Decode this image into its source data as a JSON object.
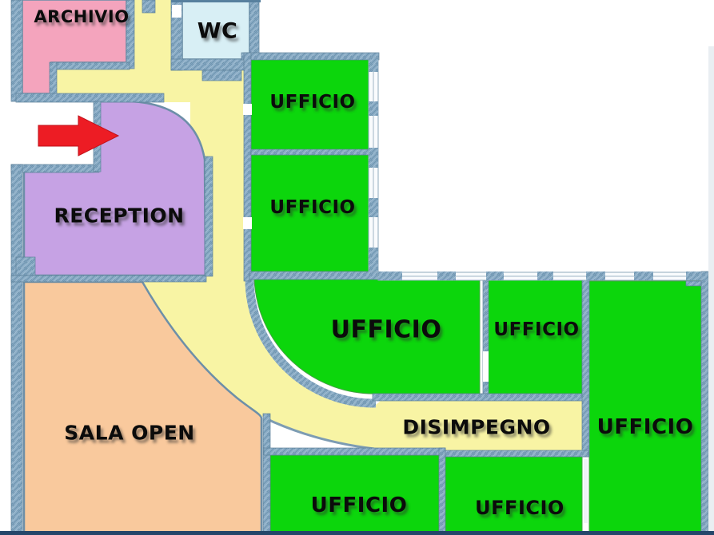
{
  "floorplan": {
    "type": "office-floor-plan",
    "rooms": [
      {
        "id": "archivio",
        "label": "ARCHIVIO",
        "color": "#f4a4bd"
      },
      {
        "id": "wc",
        "label": "WC",
        "color": "#d8eff5"
      },
      {
        "id": "ufficio-top-1",
        "label": "UFFICIO",
        "color": "#0cd60c"
      },
      {
        "id": "ufficio-top-2",
        "label": "UFFICIO",
        "color": "#0cd60c"
      },
      {
        "id": "reception",
        "label": "RECEPTION",
        "color": "#c6a2e4"
      },
      {
        "id": "ufficio-center",
        "label": "UFFICIO",
        "color": "#0cd60c"
      },
      {
        "id": "ufficio-center-right",
        "label": "UFFICIO",
        "color": "#0cd60c"
      },
      {
        "id": "sala-open",
        "label": "SALA OPEN",
        "color": "#f9c99d"
      },
      {
        "id": "disimpegno",
        "label": "DISIMPEGNO",
        "color": "#f8f4a4"
      },
      {
        "id": "ufficio-right",
        "label": "UFFICIO",
        "color": "#0cd60c"
      },
      {
        "id": "ufficio-bottom-left",
        "label": "UFFICIO",
        "color": "#0cd60c"
      },
      {
        "id": "ufficio-bottom-mid",
        "label": "UFFICIO",
        "color": "#0cd60c"
      }
    ],
    "annotations": [
      {
        "id": "entrance-arrow",
        "type": "arrow",
        "direction": "right",
        "color": "#ed1c24"
      }
    ],
    "colors": {
      "corridor": "#f8f4a4",
      "wall": "#8badc6",
      "wall_outline": "#5d8099",
      "window": "#f9fbfd",
      "exterior": "#ffffff",
      "edge_bottom": "#24466a",
      "edge_right": "#e9eef2"
    }
  }
}
